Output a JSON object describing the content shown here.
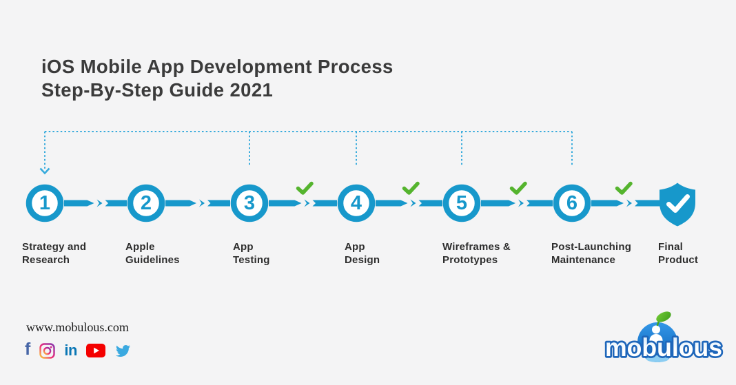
{
  "title": {
    "text": "iOS Mobile App Development Process\nStep-By-Step Guide 2021"
  },
  "steps": [
    {
      "number": "1",
      "label": "Strategy and\nResearch"
    },
    {
      "number": "2",
      "label": "Apple\nGuidelines"
    },
    {
      "number": "3",
      "label": "App\nTesting"
    },
    {
      "number": "4",
      "label": "App\nDesign"
    },
    {
      "number": "5",
      "label": "Wireframes &\nPrototypes"
    },
    {
      "number": "6",
      "label": "Post-Launching\nMaintenance"
    },
    {
      "label": "Final\nProduct",
      "icon": "shield-check-icon"
    }
  ],
  "checkmarks": {
    "count": 4,
    "shown_after_steps": [
      "3",
      "4",
      "5",
      "6"
    ],
    "color": "#55b42e"
  },
  "flow": {
    "dotted_return_line": "from last step back to step 1",
    "dotted_color": "#38abdc"
  },
  "footer": {
    "website": "www.mobulous.com",
    "social": [
      {
        "name": "facebook",
        "glyph": "f",
        "color": "#4665a6"
      },
      {
        "name": "instagram",
        "color": "#ee2a7b"
      },
      {
        "name": "linkedin",
        "glyph": "in",
        "color": "#0a77b5"
      },
      {
        "name": "youtube",
        "color": "#f40000"
      },
      {
        "name": "twitter",
        "color": "#3aa9e0"
      }
    ],
    "logo_text": "mobulous"
  },
  "colors": {
    "accent_blue": "#1798cb",
    "check_green": "#55b42e",
    "background": "#f4f4f5",
    "text_dark": "#3b3b3b"
  }
}
